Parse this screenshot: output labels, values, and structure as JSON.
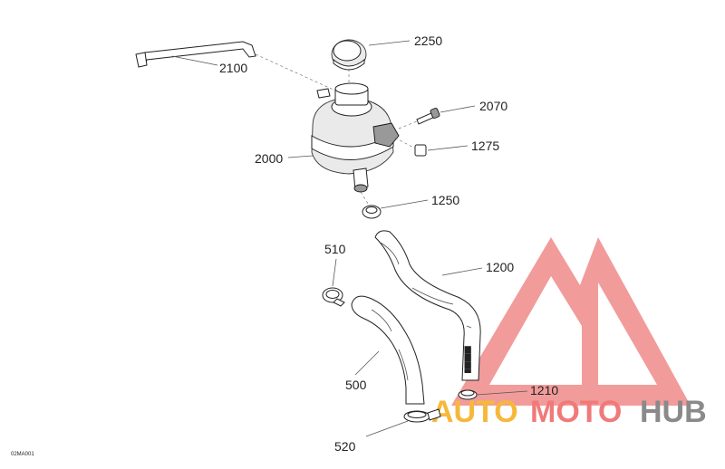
{
  "diagram_code": "02MA001",
  "parts": {
    "cap": "2250",
    "overflow_line": "2100",
    "screw": "2070",
    "nut": "1275",
    "tank": "2000",
    "tank_clamp": "1250",
    "upper_hose": "1200",
    "small_clamp": "510",
    "lower_hose": "500",
    "hose_clamp": "1210",
    "lower_clamp": "520"
  },
  "watermark": {
    "auto": "AUTO",
    "moto": "MOTO",
    "hub": "HUB",
    "colors": {
      "triangle": "#f08a8a",
      "auto": "#f5b93a",
      "moto": "#f07a7a",
      "hub": "#8a8a8a"
    }
  }
}
